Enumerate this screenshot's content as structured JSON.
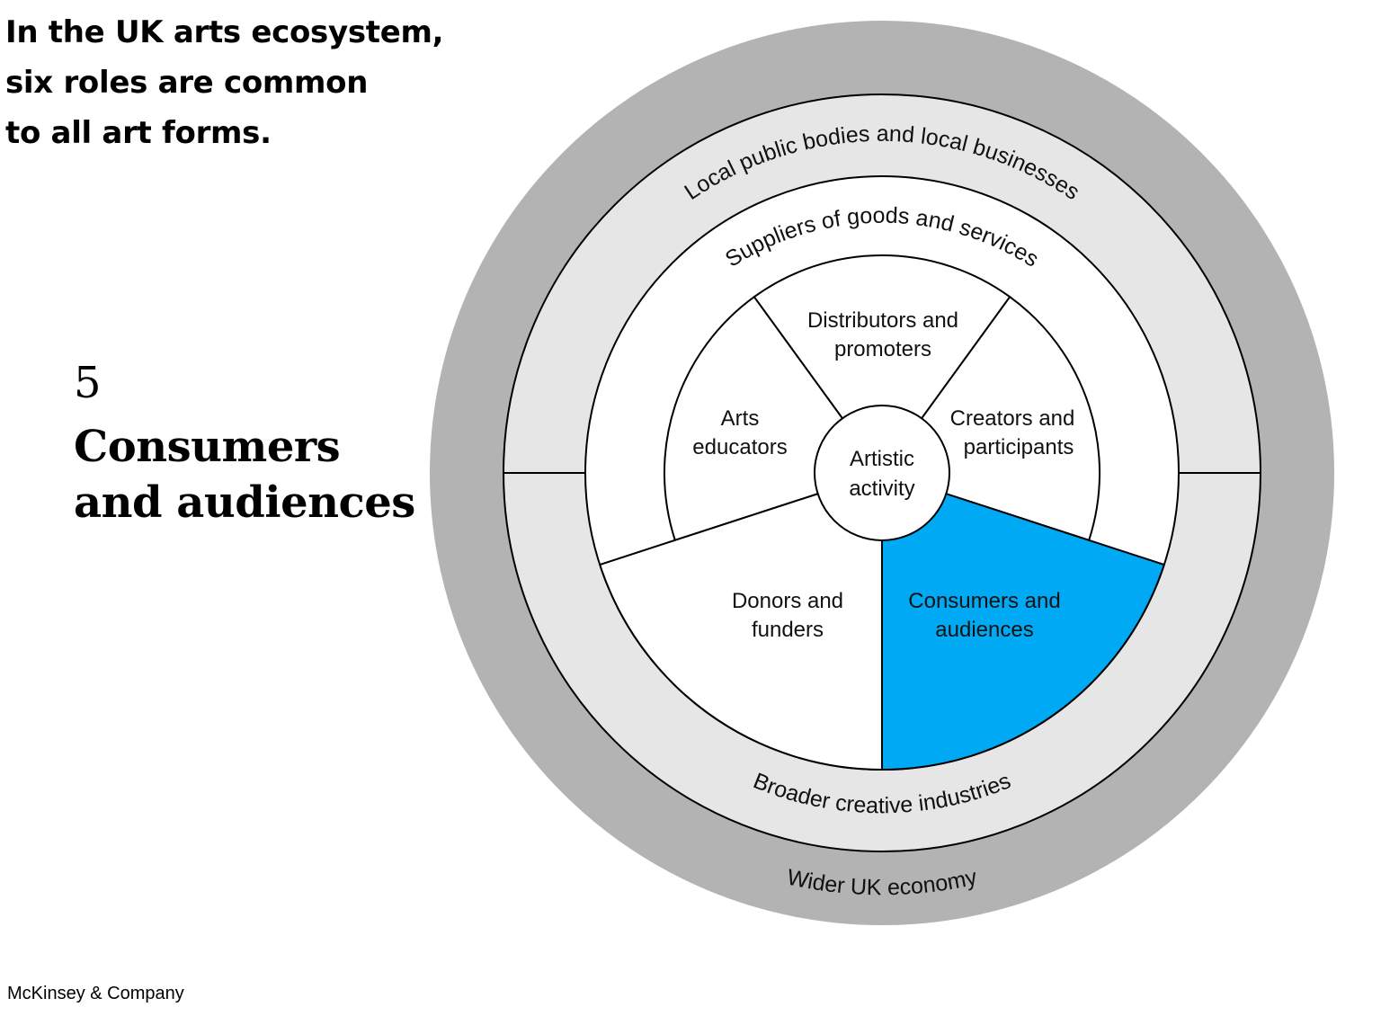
{
  "headline": {
    "line1": "In the UK arts ecosystem,",
    "line2": "six roles are common",
    "line3": "to all art forms."
  },
  "section": {
    "number": "5",
    "title_line1": "Consumers",
    "title_line2": "and audiences"
  },
  "diagram": {
    "rings": {
      "outer": "Wider UK  economy",
      "creative_top": "Local public bodies and local businesses",
      "creative_bottom": "Broader creative industries",
      "suppliers": "Suppliers of goods and services"
    },
    "center": {
      "line1": "Artistic",
      "line2": "activity"
    },
    "segments": [
      {
        "id": "distributors",
        "line1": "Distributors and",
        "line2": "promoters",
        "highlighted": false
      },
      {
        "id": "creators",
        "line1": "Creators and",
        "line2": "participants",
        "highlighted": false
      },
      {
        "id": "consumers",
        "line1": "Consumers and",
        "line2": "audiences",
        "highlighted": true
      },
      {
        "id": "donors",
        "line1": "Donors and",
        "line2": "funders",
        "highlighted": false
      },
      {
        "id": "educators",
        "line1": "Arts",
        "line2": "educators",
        "highlighted": false
      }
    ],
    "colors": {
      "highlight": "#00a9f4",
      "outer_ring": "#b3b3b3",
      "creative_ring": "#e6e6e6",
      "segment": "#ffffff"
    }
  },
  "footer": "McKinsey & Company"
}
